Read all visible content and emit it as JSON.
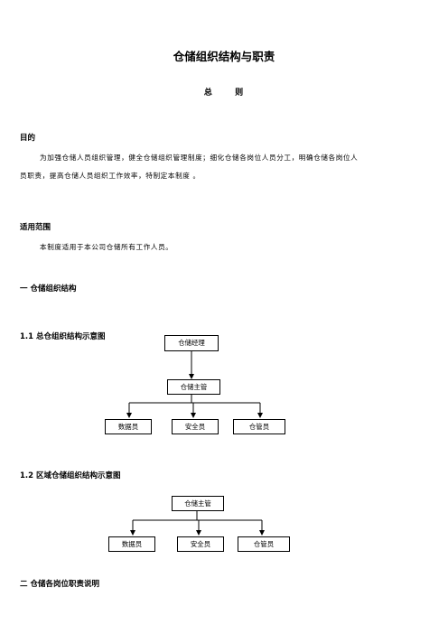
{
  "doc": {
    "title": "仓储组织结构与职责",
    "subtitle_left": "总",
    "subtitle_right": "则",
    "purpose": {
      "heading": "目的",
      "line1": "为加强仓储人员组织管理，健全仓储组织管理制度；细化仓储各岗位人员分工，明确仓储各岗位人",
      "line2": "员职责，提高仓储人员组织工作效率，特制定本制度 。"
    },
    "scope": {
      "heading": "适用范围",
      "text": "本制度适用于本公司仓储所有工作人员。"
    },
    "section1": "一  仓储组织结构",
    "sub11": "1.1   总仓组织结构示意图",
    "chart1": {
      "top": "仓储经理",
      "mid": "仓储主管",
      "children": [
        "数据员",
        "安全员",
        "仓管员"
      ]
    },
    "sub12": "1.2  区域仓储组织结构示意图",
    "chart2": {
      "top": "仓储主管",
      "children": [
        "数据员",
        "安全员",
        "仓管员"
      ]
    },
    "section2": "二  仓储各岗位职责说明"
  }
}
